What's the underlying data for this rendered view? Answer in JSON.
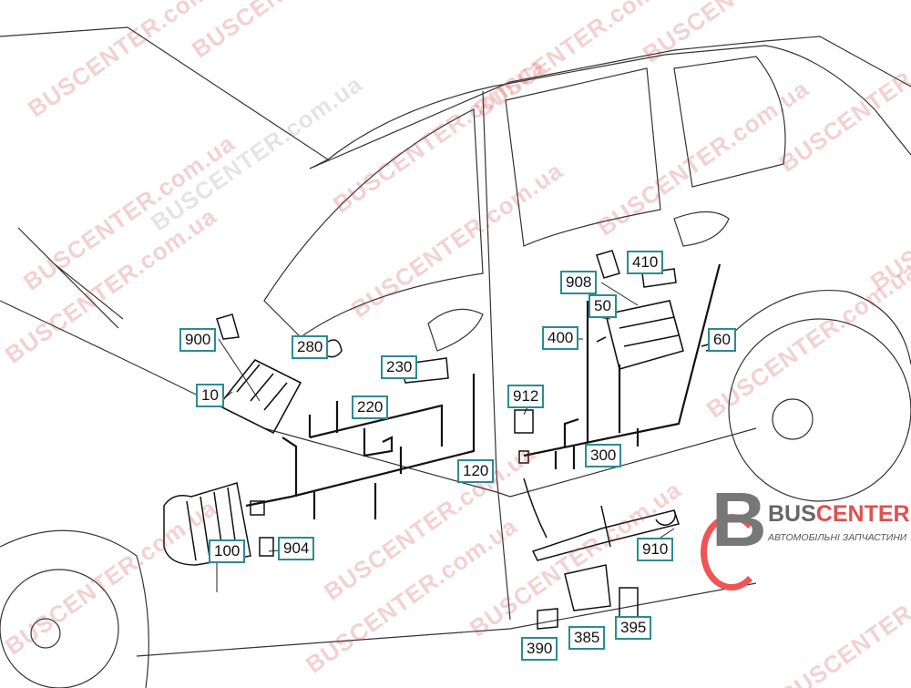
{
  "watermark": "BUSCENTER.com.ua",
  "logo": {
    "brand_part1": "BUS",
    "brand_part2": "CENTER",
    "tagline": "АВТОМОБІЛЬНІ ЗАПЧАСТИНИ",
    "colors": {
      "grey": "#777777",
      "red": "#e05050"
    }
  },
  "callouts": {
    "p900": "900",
    "p280": "280",
    "p10": "10",
    "p230": "230",
    "p220": "220",
    "p120": "120",
    "p912": "912",
    "p908": "908",
    "p410": "410",
    "p50": "50",
    "p400": "400",
    "p60": "60",
    "p300": "300",
    "p100": "100",
    "p904": "904",
    "p910": "910",
    "p390": "390",
    "p385": "385",
    "p395": "395"
  },
  "colors": {
    "callout_border": "#2b8b93",
    "line": "#222222"
  }
}
